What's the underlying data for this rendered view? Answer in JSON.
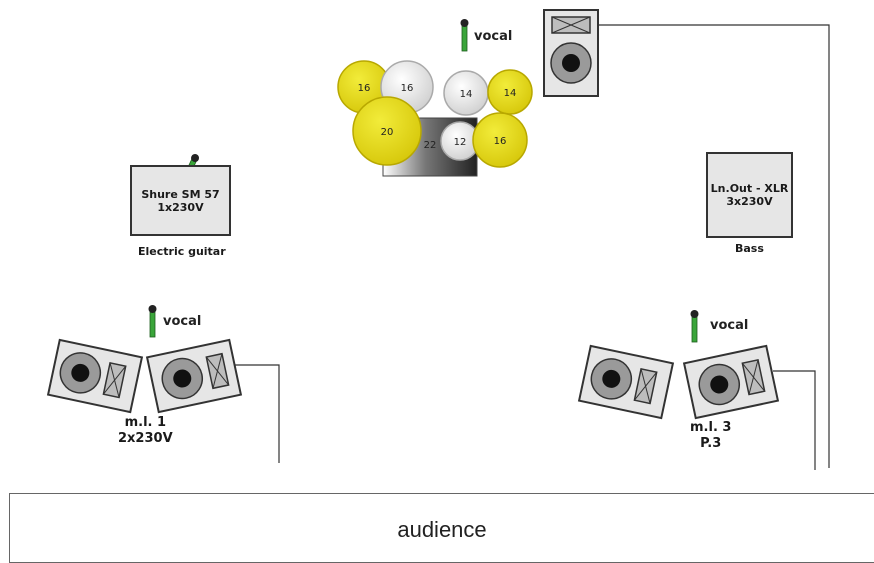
{
  "drums": {
    "pieces": [
      {
        "label": "16",
        "color": "yellow"
      },
      {
        "label": "16",
        "color": "white"
      },
      {
        "label": "14",
        "color": "white"
      },
      {
        "label": "14",
        "color": "yellow"
      },
      {
        "label": "20",
        "color": "yellow"
      },
      {
        "label": "22",
        "color": "kick"
      },
      {
        "label": "12",
        "color": "white"
      },
      {
        "label": "16",
        "color": "yellow"
      }
    ]
  },
  "vocal_label": "vocal",
  "guitar_amp": {
    "line1": "Shure SM 57",
    "line2": "1x230V",
    "caption": "Electric guitar"
  },
  "bass_amp": {
    "line1": "Ln.Out - XLR",
    "line2": "3x230V",
    "caption": "Bass"
  },
  "monitor_left": {
    "line1": "m.l. 1",
    "line2": "2x230V"
  },
  "monitor_right": {
    "line1": "m.l. 3",
    "line2": "P.3"
  },
  "audience_label": "audience",
  "colors": {
    "cymbal_yellow": "#e6df1a",
    "cymbal_white": "#e3e3e3",
    "mic_green": "#3aa53a",
    "outline": "#333333"
  }
}
